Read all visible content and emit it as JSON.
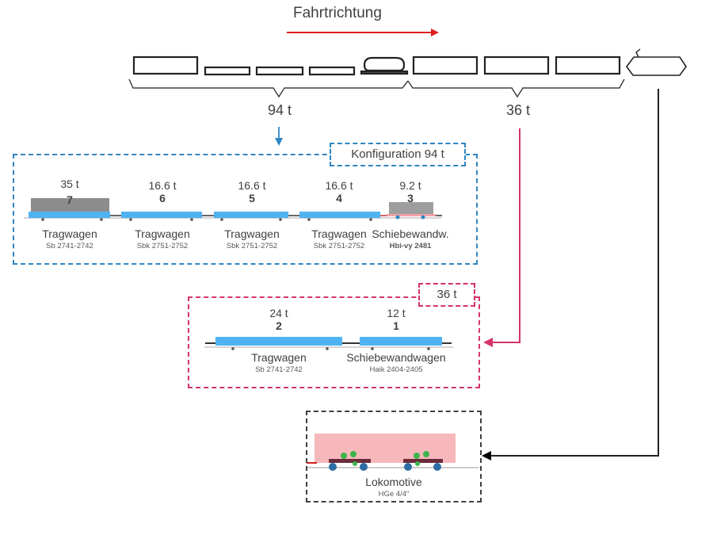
{
  "diagram": {
    "title": "Fahrtrichtung",
    "direction_arrow_color": "#e02020",
    "groups": {
      "front_group_weight": "94 t",
      "rear_group_weight": "36 t"
    },
    "config_94": {
      "label": "Konfiguration 94 t",
      "border_color": "#2e86c1",
      "wagons": [
        {
          "weight": "35 t",
          "number": "7",
          "name": "Tragwagen",
          "code": "Sb 2741-2742"
        },
        {
          "weight": "16.6 t",
          "number": "6",
          "name": "Tragwagen",
          "code": "Sbk 2751-2752"
        },
        {
          "weight": "16.6 t",
          "number": "5",
          "name": "Tragwagen",
          "code": "Sbk 2751-2752"
        },
        {
          "weight": "16.6 t",
          "number": "4",
          "name": "Tragwagen",
          "code": "Sbk 2751-2752"
        },
        {
          "weight": "9.2 t",
          "number": "3",
          "name": "Schiebewandw.",
          "code": "Hbi-vy 2481"
        }
      ]
    },
    "config_36": {
      "label": "36 t",
      "border_color": "#d6336c",
      "wagons": [
        {
          "weight": "24 t",
          "number": "2",
          "name": "Tragwagen",
          "code": "Sb 2741-2742"
        },
        {
          "weight": "12 t",
          "number": "1",
          "name": "Schiebewandwagen",
          "code": "Haik 2404-2405"
        }
      ]
    },
    "locomotive": {
      "name": "Lokomotive",
      "code": "HGe 4/4\""
    }
  }
}
